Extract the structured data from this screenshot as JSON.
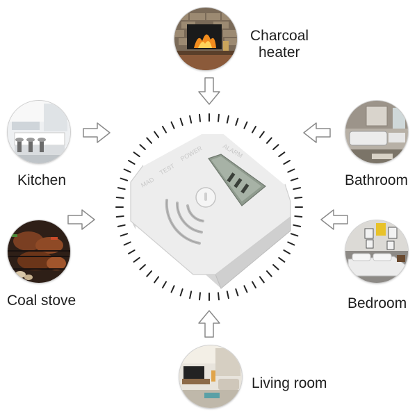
{
  "locations": {
    "top": {
      "line1": "Charcoal",
      "line2": "heater",
      "icon": "fireplace-icon"
    },
    "left_upper": {
      "label": "Kitchen",
      "icon": "kitchen-icon"
    },
    "right_upper": {
      "label": "Bathroom",
      "icon": "bathroom-icon"
    },
    "left_lower": {
      "label": "Coal stove",
      "icon": "coal-stove-icon"
    },
    "right_lower": {
      "label": "Bedroom",
      "icon": "bedroom-icon"
    },
    "bottom": {
      "label": "Living room",
      "icon": "living-room-icon"
    }
  },
  "colors": {
    "arrow_stroke": "#8a8a8a",
    "tick": "#222222",
    "device_body": "#ececec",
    "lcd": "#9aa69a"
  }
}
